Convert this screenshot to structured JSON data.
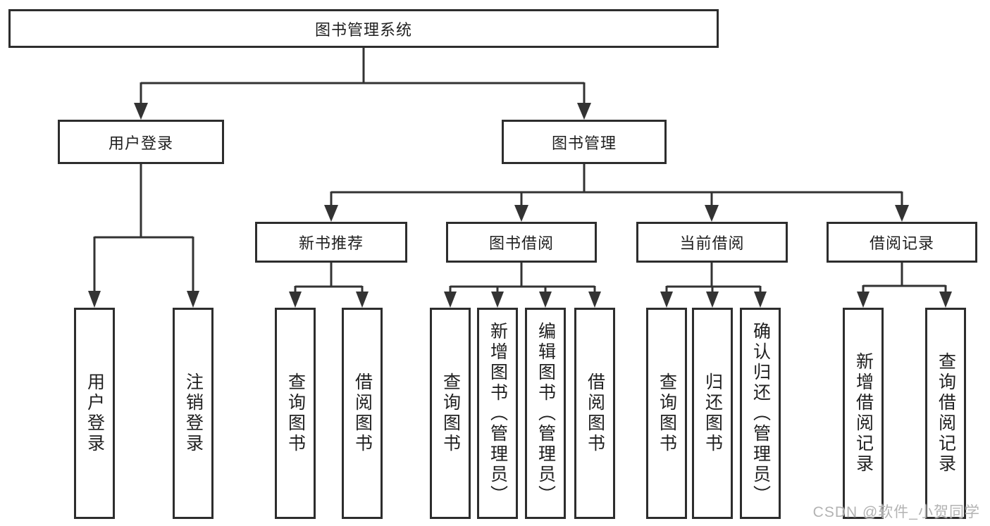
{
  "diagram": {
    "root": {
      "label": "图书管理系统"
    },
    "branches": [
      {
        "label": "用户登录",
        "children": [
          {
            "label": "用户登录"
          },
          {
            "label": "注销登录"
          }
        ]
      },
      {
        "label": "图书管理",
        "children": [
          {
            "label": "新书推荐",
            "children": [
              {
                "label": "查询图书"
              },
              {
                "label": "借阅图书"
              }
            ]
          },
          {
            "label": "图书借阅",
            "children": [
              {
                "label": "查询图书"
              },
              {
                "label": "新增图书（管理员）"
              },
              {
                "label": "编辑图书（管理员）"
              },
              {
                "label": "借阅图书"
              }
            ]
          },
          {
            "label": "当前借阅",
            "children": [
              {
                "label": "查询图书"
              },
              {
                "label": "归还图书"
              },
              {
                "label": "确认归还（管理员）"
              }
            ]
          },
          {
            "label": "借阅记录",
            "children": [
              {
                "label": "新增借阅记录"
              },
              {
                "label": "查询借阅记录"
              }
            ]
          }
        ]
      }
    ]
  },
  "watermark": {
    "text": "CSDN @软件_小贺同学"
  },
  "colors": {
    "line": "#333333",
    "box_border": "#2d2d2d",
    "background": "#ffffff",
    "text": "#1f1f1f",
    "watermark": "#b3b3b3"
  }
}
